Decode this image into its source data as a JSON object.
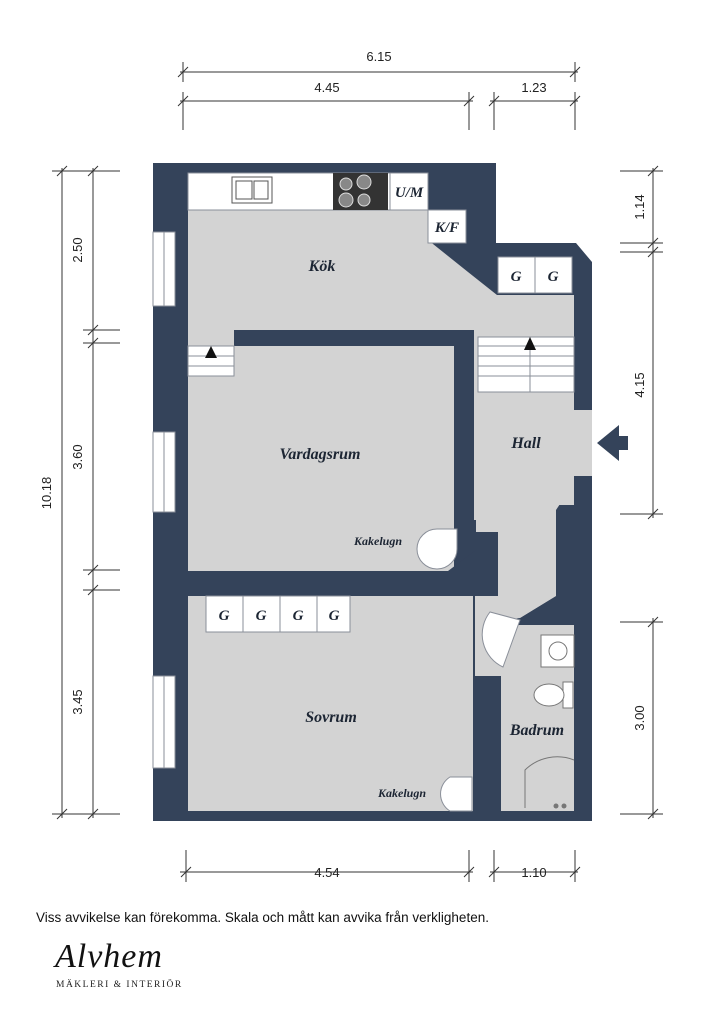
{
  "dimensions": {
    "top_total": "6.15",
    "top_left": "4.45",
    "top_right": "1.23",
    "left_total": "10.18",
    "left_upper": "2.50",
    "left_middle": "3.60",
    "left_lower": "3.45",
    "right_upper": "1.14",
    "right_middle": "4.15",
    "right_lower": "3.00",
    "bottom_left": "4.54",
    "bottom_right": "1.10"
  },
  "rooms": {
    "kitchen": "Kök",
    "living": "Vardagsrum",
    "hall": "Hall",
    "bedroom": "Sovrum",
    "bathroom": "Badrum"
  },
  "labels": {
    "um": "U/M",
    "kf": "K/F",
    "stove_living": "Kakelugn",
    "stove_bedroom": "Kakelugn",
    "wardrobe": "G"
  },
  "footer": {
    "disclaimer": "Viss avvikelse kan förekomma. Skala och mått kan avvika från verkligheten.",
    "brand": "Alvhem",
    "tagline": "MÄKLERI & INTERIÖR"
  },
  "colors": {
    "wall": "#34435a",
    "floor": "#d3d3d3"
  }
}
